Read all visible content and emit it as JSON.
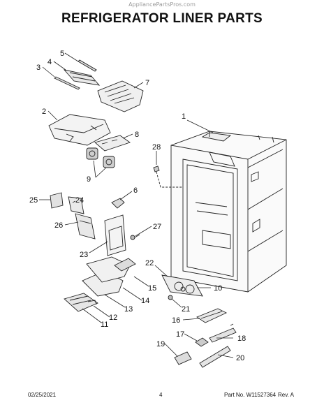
{
  "watermark": "AppliancePartsPros.com",
  "title": "REFRIGERATOR LINER PARTS",
  "callouts": [
    "1",
    "2",
    "3",
    "4",
    "5",
    "6",
    "7",
    "8",
    "9",
    "10",
    "11",
    "12",
    "13",
    "14",
    "15",
    "16",
    "17",
    "18",
    "19",
    "20",
    "21",
    "22",
    "23",
    "24",
    "25",
    "26",
    "27",
    "28"
  ],
  "footer": {
    "date": "02/25/2021",
    "page": "4",
    "part_no": "Part No. W11527364",
    "rev": "Rev. A"
  }
}
